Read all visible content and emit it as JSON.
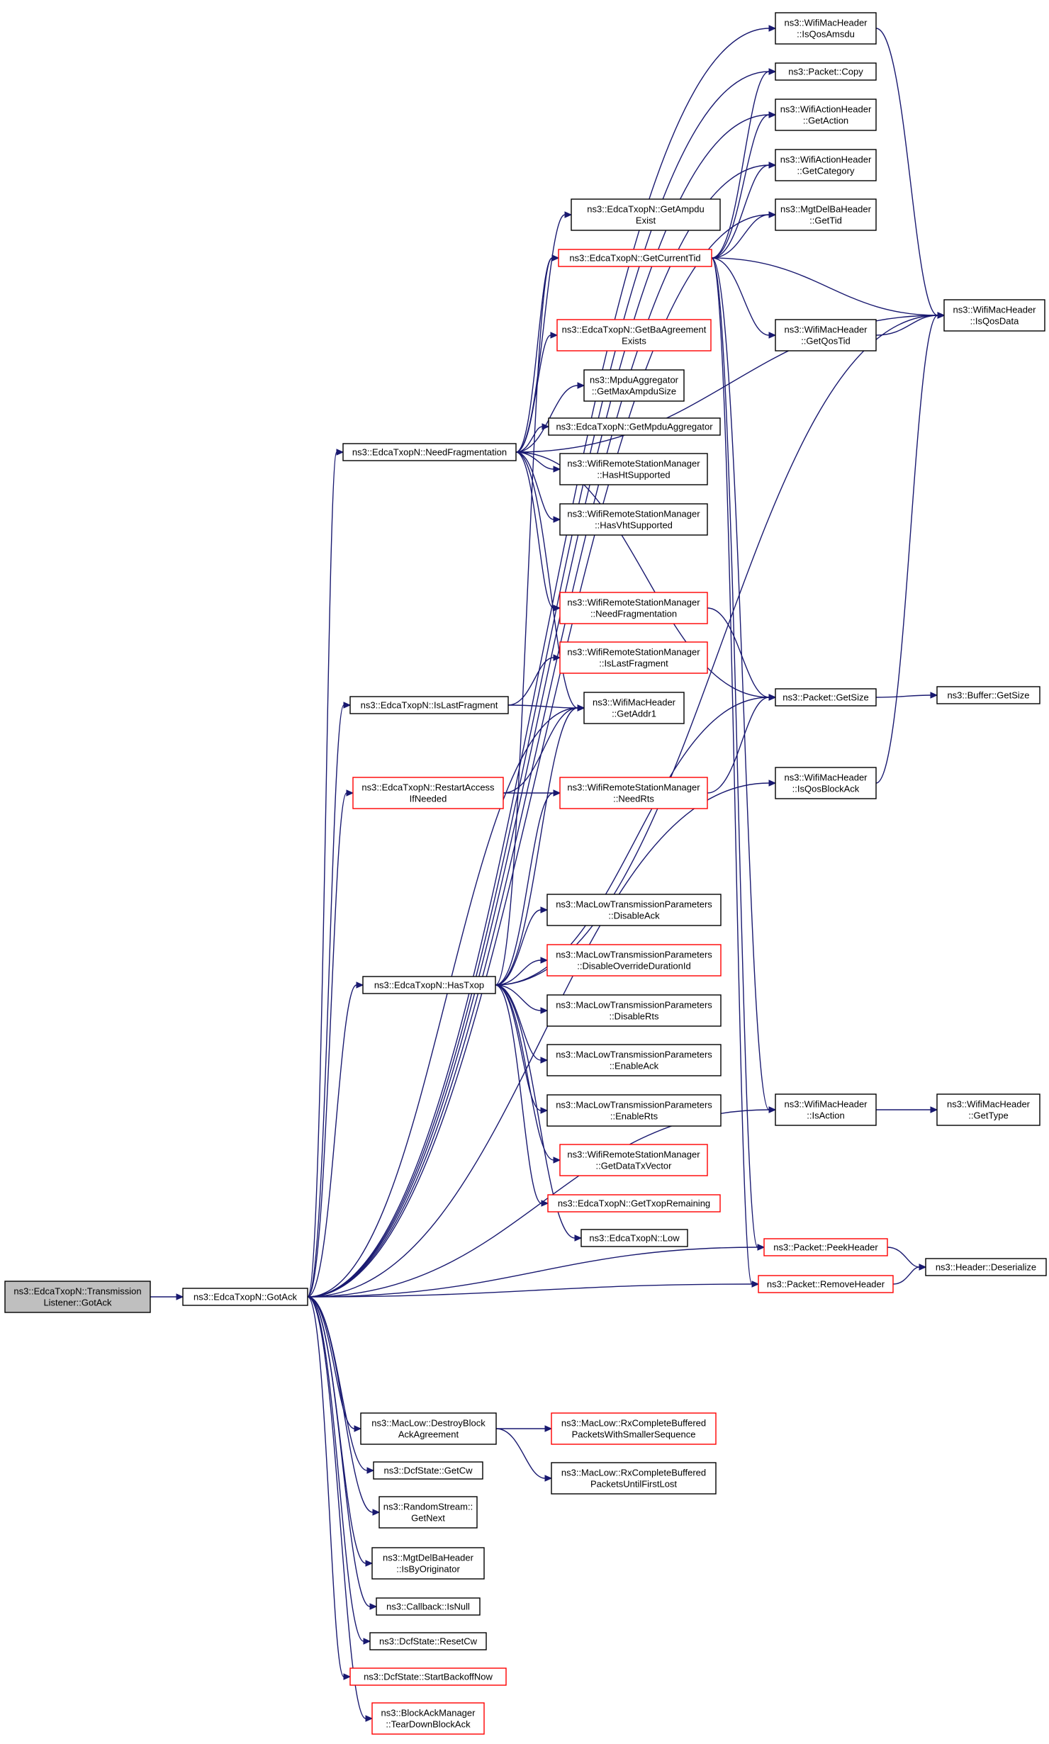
{
  "colors": {
    "edge": "#191970",
    "node_border": "#000000",
    "node_border_truncated": "#ff0000",
    "root_fill": "#bfbfbf",
    "node_fill": "#ffffff"
  },
  "nodes": [
    {
      "id": "root",
      "lines": [
        "ns3::EdcaTxopN::Transmission",
        "Listener::GotAck"
      ],
      "style": "root"
    },
    {
      "id": "gotack",
      "lines": [
        "ns3::EdcaTxopN::GotAck"
      ],
      "style": "normal"
    },
    {
      "id": "needfrag",
      "lines": [
        "ns3::EdcaTxopN::NeedFragmentation"
      ],
      "style": "normal"
    },
    {
      "id": "islastfrag",
      "lines": [
        "ns3::EdcaTxopN::IsLastFragment"
      ],
      "style": "normal"
    },
    {
      "id": "restart",
      "lines": [
        "ns3::EdcaTxopN::RestartAccess",
        "IfNeeded"
      ],
      "style": "red"
    },
    {
      "id": "hastxop",
      "lines": [
        "ns3::EdcaTxopN::HasTxop"
      ],
      "style": "normal"
    },
    {
      "id": "destroyblock",
      "lines": [
        "ns3::MacLow::DestroyBlock",
        "AckAgreement"
      ],
      "style": "normal"
    },
    {
      "id": "dcfgetcw",
      "lines": [
        "ns3::DcfState::GetCw"
      ],
      "style": "normal"
    },
    {
      "id": "rsgetnext",
      "lines": [
        "ns3::RandomStream::",
        "GetNext"
      ],
      "style": "normal"
    },
    {
      "id": "isbyorig",
      "lines": [
        "ns3::MgtDelBaHeader",
        "::IsByOriginator"
      ],
      "style": "normal"
    },
    {
      "id": "isnull",
      "lines": [
        "ns3::Callback::IsNull"
      ],
      "style": "normal"
    },
    {
      "id": "resetcw",
      "lines": [
        "ns3::DcfState::ResetCw"
      ],
      "style": "normal"
    },
    {
      "id": "startbackoff",
      "lines": [
        "ns3::DcfState::StartBackoffNow"
      ],
      "style": "red"
    },
    {
      "id": "teardown",
      "lines": [
        "ns3::BlockAckManager",
        "::TearDownBlockAck"
      ],
      "style": "red"
    },
    {
      "id": "getampdu",
      "lines": [
        "ns3::EdcaTxopN::GetAmpdu",
        "Exist"
      ],
      "style": "normal"
    },
    {
      "id": "getcurtid",
      "lines": [
        "ns3::EdcaTxopN::GetCurrentTid"
      ],
      "style": "red"
    },
    {
      "id": "getbaagree",
      "lines": [
        "ns3::EdcaTxopN::GetBaAgreement",
        "Exists"
      ],
      "style": "red"
    },
    {
      "id": "getmaxampdu",
      "lines": [
        "ns3::MpduAggregator",
        "::GetMaxAmpduSize"
      ],
      "style": "normal"
    },
    {
      "id": "getmpduagg",
      "lines": [
        "ns3::EdcaTxopN::GetMpduAggregator"
      ],
      "style": "normal"
    },
    {
      "id": "hashtsup",
      "lines": [
        "ns3::WifiRemoteStationManager",
        "::HasHtSupported"
      ],
      "style": "normal"
    },
    {
      "id": "hasvhtsup",
      "lines": [
        "ns3::WifiRemoteStationManager",
        "::HasVhtSupported"
      ],
      "style": "normal"
    },
    {
      "id": "wrsmneedfrag",
      "lines": [
        "ns3::WifiRemoteStationManager",
        "::NeedFragmentation"
      ],
      "style": "red"
    },
    {
      "id": "wrsmislastfrag",
      "lines": [
        "ns3::WifiRemoteStationManager",
        "::IsLastFragment"
      ],
      "style": "red"
    },
    {
      "id": "getaddr1",
      "lines": [
        "ns3::WifiMacHeader",
        "::GetAddr1"
      ],
      "style": "normal"
    },
    {
      "id": "needrts",
      "lines": [
        "ns3::WifiRemoteStationManager",
        "::NeedRts"
      ],
      "style": "red"
    },
    {
      "id": "disableack",
      "lines": [
        "ns3::MacLowTransmissionParameters",
        "::DisableAck"
      ],
      "style": "normal"
    },
    {
      "id": "disableoverride",
      "lines": [
        "ns3::MacLowTransmissionParameters",
        "::DisableOverrideDurationId"
      ],
      "style": "red"
    },
    {
      "id": "disablerts",
      "lines": [
        "ns3::MacLowTransmissionParameters",
        "::DisableRts"
      ],
      "style": "normal"
    },
    {
      "id": "enableack",
      "lines": [
        "ns3::MacLowTransmissionParameters",
        "::EnableAck"
      ],
      "style": "normal"
    },
    {
      "id": "enablerts",
      "lines": [
        "ns3::MacLowTransmissionParameters",
        "::EnableRts"
      ],
      "style": "normal"
    },
    {
      "id": "getdatatx",
      "lines": [
        "ns3::WifiRemoteStationManager",
        "::GetDataTxVector"
      ],
      "style": "red"
    },
    {
      "id": "gettxoprem",
      "lines": [
        "ns3::EdcaTxopN::GetTxopRemaining"
      ],
      "style": "red"
    },
    {
      "id": "low",
      "lines": [
        "ns3::EdcaTxopN::Low"
      ],
      "style": "normal"
    },
    {
      "id": "rxsmaller",
      "lines": [
        "ns3::MacLow::RxCompleteBuffered",
        "PacketsWithSmallerSequence"
      ],
      "style": "red"
    },
    {
      "id": "rxuntil",
      "lines": [
        "ns3::MacLow::RxCompleteBuffered",
        "PacketsUntilFirstLost"
      ],
      "style": "normal"
    },
    {
      "id": "isqosamsdu",
      "lines": [
        "ns3::WifiMacHeader",
        "::IsQosAmsdu"
      ],
      "style": "normal"
    },
    {
      "id": "pktcopy",
      "lines": [
        "ns3::Packet::Copy"
      ],
      "style": "normal"
    },
    {
      "id": "getaction",
      "lines": [
        "ns3::WifiActionHeader",
        "::GetAction"
      ],
      "style": "normal"
    },
    {
      "id": "getcategory",
      "lines": [
        "ns3::WifiActionHeader",
        "::GetCategory"
      ],
      "style": "normal"
    },
    {
      "id": "mgtgettid",
      "lines": [
        "ns3::MgtDelBaHeader",
        "::GetTid"
      ],
      "style": "normal"
    },
    {
      "id": "getqostid",
      "lines": [
        "ns3::WifiMacHeader",
        "::GetQosTid"
      ],
      "style": "normal"
    },
    {
      "id": "pktgetsize",
      "lines": [
        "ns3::Packet::GetSize"
      ],
      "style": "normal"
    },
    {
      "id": "isqosblockack",
      "lines": [
        "ns3::WifiMacHeader",
        "::IsQosBlockAck"
      ],
      "style": "normal"
    },
    {
      "id": "isaction",
      "lines": [
        "ns3::WifiMacHeader",
        "::IsAction"
      ],
      "style": "normal"
    },
    {
      "id": "peekheader",
      "lines": [
        "ns3::Packet::PeekHeader"
      ],
      "style": "red"
    },
    {
      "id": "removeheader",
      "lines": [
        "ns3::Packet::RemoveHeader"
      ],
      "style": "red"
    },
    {
      "id": "isqosdata",
      "lines": [
        "ns3::WifiMacHeader",
        "::IsQosData"
      ],
      "style": "normal"
    },
    {
      "id": "bufgetsize",
      "lines": [
        "ns3::Buffer::GetSize"
      ],
      "style": "normal"
    },
    {
      "id": "gettype",
      "lines": [
        "ns3::WifiMacHeader",
        "::GetType"
      ],
      "style": "normal"
    },
    {
      "id": "deserialize",
      "lines": [
        "ns3::Header::Deserialize"
      ],
      "style": "normal"
    }
  ],
  "edges": [
    [
      "root",
      "gotack"
    ],
    [
      "gotack",
      "isqosamsdu"
    ],
    [
      "gotack",
      "pktcopy"
    ],
    [
      "gotack",
      "getaction"
    ],
    [
      "gotack",
      "getcategory"
    ],
    [
      "gotack",
      "mgtgettid"
    ],
    [
      "gotack",
      "needfrag"
    ],
    [
      "gotack",
      "islastfrag"
    ],
    [
      "gotack",
      "getaddr1"
    ],
    [
      "gotack",
      "restart"
    ],
    [
      "gotack",
      "isqosblockack"
    ],
    [
      "gotack",
      "hastxop"
    ],
    [
      "gotack",
      "isaction"
    ],
    [
      "gotack",
      "peekheader"
    ],
    [
      "gotack",
      "removeheader"
    ],
    [
      "gotack",
      "destroyblock"
    ],
    [
      "gotack",
      "dcfgetcw"
    ],
    [
      "gotack",
      "rsgetnext"
    ],
    [
      "gotack",
      "isbyorig"
    ],
    [
      "gotack",
      "isnull"
    ],
    [
      "gotack",
      "resetcw"
    ],
    [
      "gotack",
      "startbackoff"
    ],
    [
      "gotack",
      "teardown"
    ],
    [
      "needfrag",
      "getampdu"
    ],
    [
      "needfrag",
      "getcurtid"
    ],
    [
      "needfrag",
      "isqosdata"
    ],
    [
      "needfrag",
      "getbaagree"
    ],
    [
      "needfrag",
      "getmaxampdu"
    ],
    [
      "needfrag",
      "getmpduagg"
    ],
    [
      "needfrag",
      "hashtsup"
    ],
    [
      "needfrag",
      "hasvhtsup"
    ],
    [
      "needfrag",
      "pktgetsize"
    ],
    [
      "needfrag",
      "wrsmneedfrag"
    ],
    [
      "needfrag",
      "getaddr1"
    ],
    [
      "islastfrag",
      "wrsmislastfrag"
    ],
    [
      "islastfrag",
      "getaddr1"
    ],
    [
      "restart",
      "getaddr1"
    ],
    [
      "restart",
      "needrts"
    ],
    [
      "hastxop",
      "getcurtid"
    ],
    [
      "hastxop",
      "getaddr1"
    ],
    [
      "hastxop",
      "needrts"
    ],
    [
      "hastxop",
      "isqosdata"
    ],
    [
      "hastxop",
      "disableack"
    ],
    [
      "hastxop",
      "disableoverride"
    ],
    [
      "hastxop",
      "disablerts"
    ],
    [
      "hastxop",
      "enableack"
    ],
    [
      "hastxop",
      "enablerts"
    ],
    [
      "hastxop",
      "getdatatx"
    ],
    [
      "hastxop",
      "gettxoprem"
    ],
    [
      "hastxop",
      "low"
    ],
    [
      "hastxop",
      "pktgetsize"
    ],
    [
      "getcurtid",
      "pktcopy"
    ],
    [
      "getcurtid",
      "getaction"
    ],
    [
      "getcurtid",
      "getcategory"
    ],
    [
      "getcurtid",
      "mgtgettid"
    ],
    [
      "getcurtid",
      "isqosdata"
    ],
    [
      "getcurtid",
      "getqostid"
    ],
    [
      "getcurtid",
      "isaction"
    ],
    [
      "getcurtid",
      "peekheader"
    ],
    [
      "getcurtid",
      "removeheader"
    ],
    [
      "getqostid",
      "isqosdata"
    ],
    [
      "wrsmneedfrag",
      "pktgetsize"
    ],
    [
      "needrts",
      "pktgetsize"
    ],
    [
      "isqosamsdu",
      "isqosdata"
    ],
    [
      "isqosblockack",
      "isqosdata"
    ],
    [
      "pktgetsize",
      "bufgetsize"
    ],
    [
      "isaction",
      "gettype"
    ],
    [
      "peekheader",
      "deserialize"
    ],
    [
      "removeheader",
      "deserialize"
    ],
    [
      "destroyblock",
      "rxsmaller"
    ],
    [
      "destroyblock",
      "rxuntil"
    ]
  ]
}
